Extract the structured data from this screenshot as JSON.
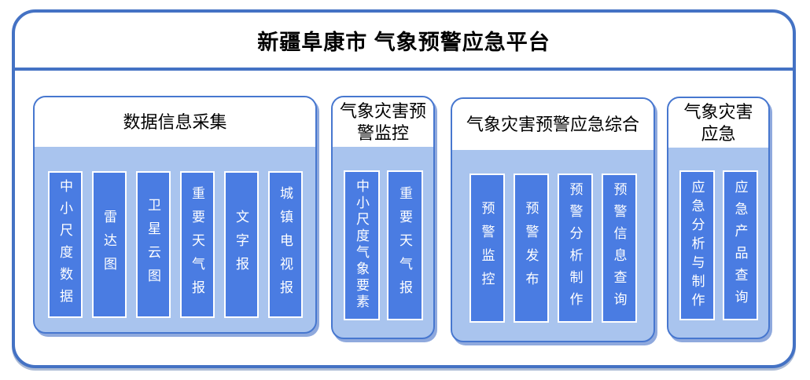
{
  "title": "新疆阜康市 气象预警应急平台",
  "colors": {
    "frame_border": "#4472c4",
    "panel_border": "#4777cf",
    "panel_body": "#a9c4ee",
    "panel_shadow": "#8fa9dd",
    "bar_fill": "#4a7ce2",
    "bar_text": "#ffffff"
  },
  "sections": [
    {
      "header": "数据信息采集",
      "items": [
        "中小尺度数据",
        "雷达图",
        "卫星云图",
        "重要天气报",
        "文字报",
        "城镇电视报"
      ]
    },
    {
      "header": "气象灾害预\n警监控",
      "items": [
        "中小尺度气象要素",
        "重要天气报"
      ]
    },
    {
      "header": "气象灾害预警应急综合",
      "items": [
        "预警监控",
        "预警发布",
        "预警分析制作",
        "预警信息查询"
      ]
    },
    {
      "header": "气象灾害\n应急",
      "items": [
        "应急分析与制作",
        "应急产品查询"
      ]
    }
  ]
}
